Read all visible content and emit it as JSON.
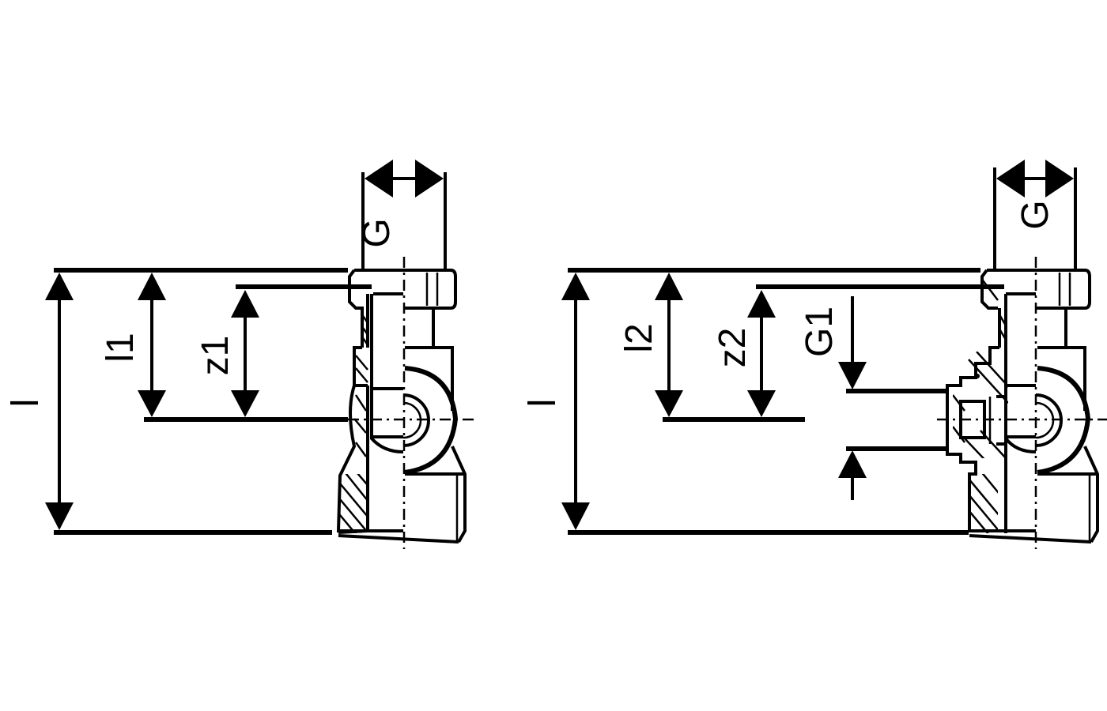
{
  "drawing": {
    "type": "technical-dimension-drawing",
    "subject": "ball valve fitting, side section views",
    "line_color": "#000000",
    "background": "#ffffff"
  },
  "views": [
    {
      "id": "left",
      "labels": {
        "overall_length": "l",
        "length_1": "l1",
        "distance_1": "z1",
        "thread_top": "G"
      }
    },
    {
      "id": "right",
      "labels": {
        "overall_length": "l",
        "length_2": "l2",
        "distance_2": "z2",
        "side_thread": "G1",
        "thread_top": "G"
      }
    }
  ]
}
